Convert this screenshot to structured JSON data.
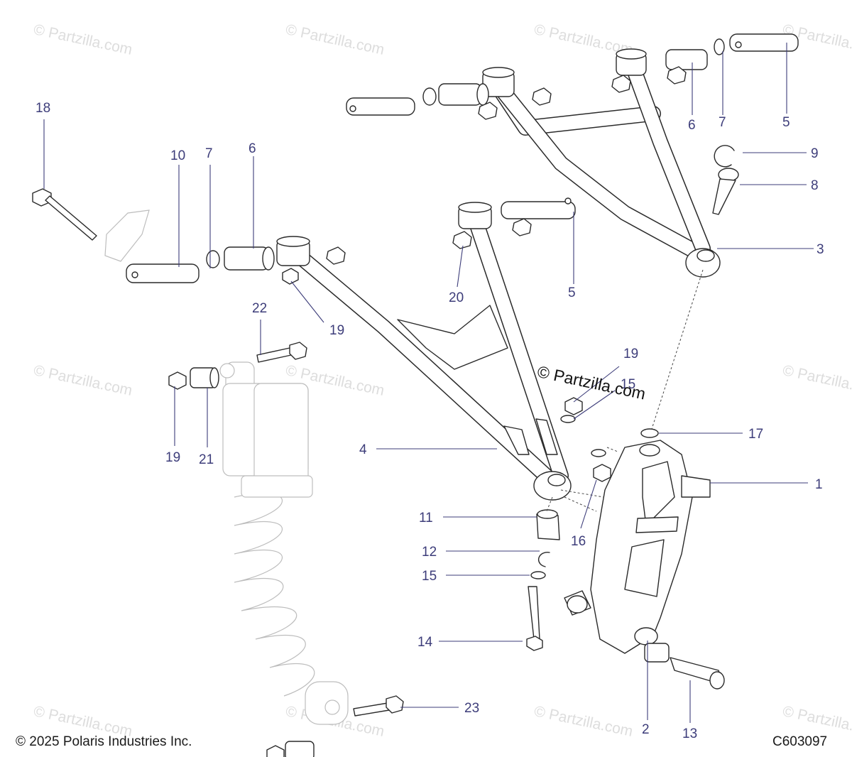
{
  "diagram": {
    "labels": [
      "1",
      "2",
      "3",
      "4",
      "5",
      "5",
      "6",
      "6",
      "7",
      "7",
      "8",
      "9",
      "10",
      "11",
      "12",
      "13",
      "14",
      "15",
      "15",
      "16",
      "17",
      "18",
      "19",
      "19",
      "19",
      "20",
      "21",
      "22",
      "23"
    ],
    "accent_color": "#3d3d7a",
    "line_color": "#2a2a2a"
  },
  "watermark": {
    "text": "© Partzilla.com"
  },
  "stamp": {
    "text": "© Partzilla.com"
  },
  "footer": {
    "copyright": "© 2025 Polaris Industries Inc.",
    "diagram_code": "C603097"
  }
}
